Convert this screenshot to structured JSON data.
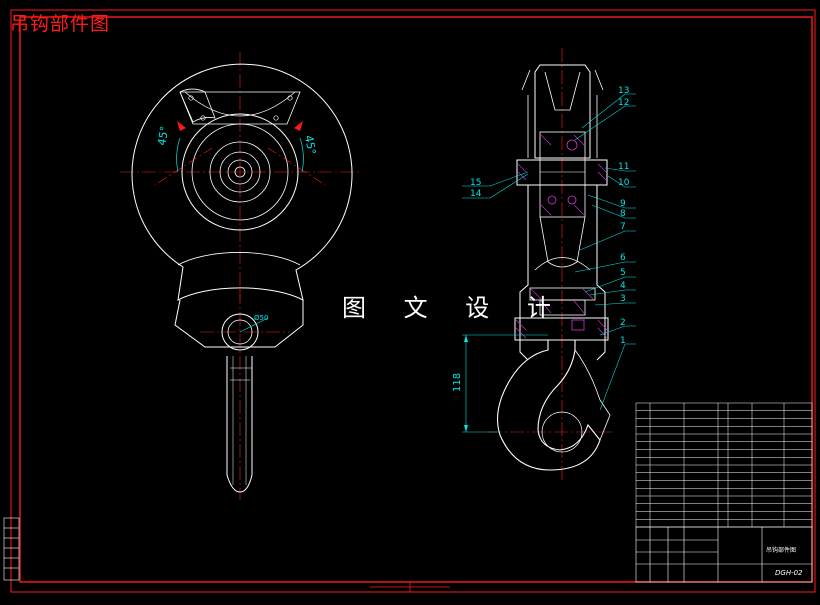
{
  "drawing": {
    "title": "吊钩部件图",
    "watermark": "图 文 设 计",
    "drawing_number": "DGH-02",
    "school": "吊钩部件图",
    "part_labels": [
      "1",
      "2",
      "3",
      "4",
      "5",
      "6",
      "7",
      "8",
      "9",
      "10",
      "11",
      "12",
      "13",
      "14",
      "15"
    ],
    "angle_labels": [
      "45°",
      "45°"
    ],
    "dimension_118": "118",
    "dimension_phi": "Ø50",
    "colors": {
      "frame": "#ff1a1a",
      "outline": "#ffffff",
      "center": "#ff1a1a",
      "dimension": "#00e5e5",
      "hatch": "#d633d6"
    }
  }
}
